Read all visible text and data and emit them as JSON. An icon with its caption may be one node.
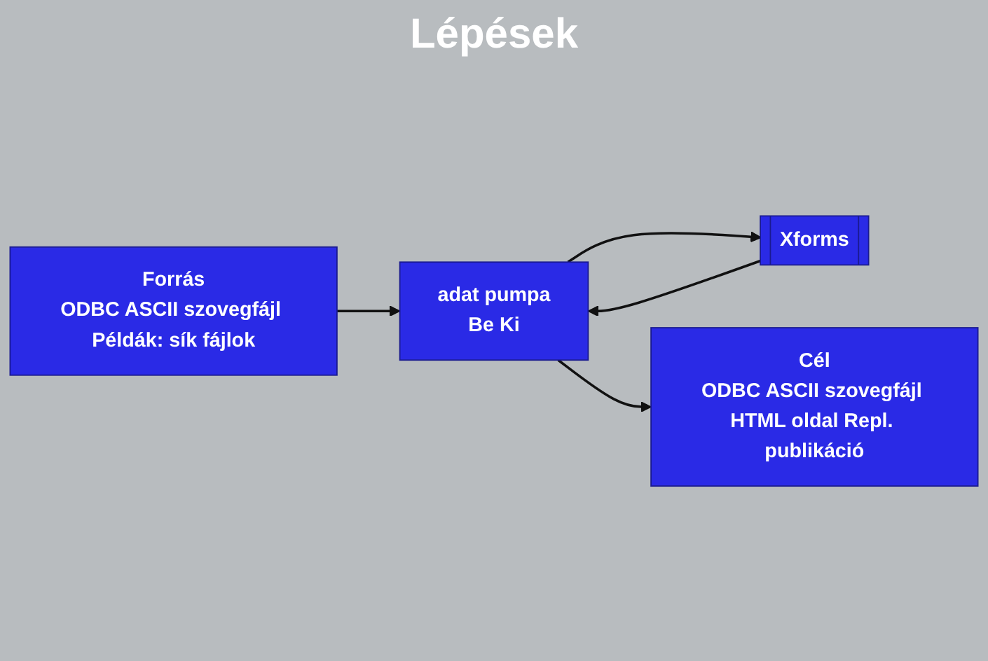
{
  "diagram": {
    "title": "Lépések",
    "nodes": [
      {
        "text": [
          "Forrás",
          "ODBC ASCII szovegfájl Példák: sík fájlok"
        ]
      },
      {
        "text": [
          "Xforms"
        ]
      },
      {
        "text": [
          "adat pumpa",
          "Be Ki"
        ]
      },
      {
        "text": [
          "Cél",
          "ODBC ASCII szovegfájl HTML oldal Repl. publikáció"
        ]
      }
    ],
    "edges": [
      {
        "from": 0,
        "to": 2,
        "arrow": "to"
      },
      {
        "from": 2,
        "to": 1,
        "arrow": "to"
      },
      {
        "from": 1,
        "to": 2,
        "arrow": "to"
      },
      {
        "from": 2,
        "to": 3,
        "arrow": "to"
      }
    ]
  }
}
